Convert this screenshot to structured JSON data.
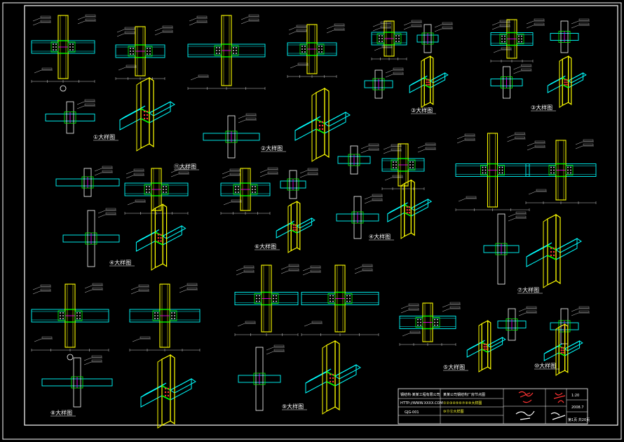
{
  "colors": {
    "background": "#000000",
    "beam": "#00ffff",
    "column": "#ffff00",
    "weld": "#00ff00",
    "plate": "#ff00ff",
    "bolt": "#ff3333",
    "text": "#ffffff",
    "frame": "#ffffff"
  },
  "detail_titles": [
    "①大样图",
    "②大样图",
    "③大样图",
    "③大样图",
    "④大样图",
    "④大样图",
    "⑤大样图",
    "⑥大样图",
    "⑦大样图",
    "⑧大样图",
    "⑨大样图",
    "⑩大样图",
    "⑪大样图"
  ],
  "title_block": {
    "company": "钢结构·某某工程有限公司",
    "url": "HTTP://WWW.XXXX.COM",
    "project": "某某公司钢结构厂房节点图",
    "drawing_title": "①②③④⑤⑥⑦⑧⑨大样图",
    "drawing_title_2": "⑩⑪⑫大样图",
    "drawing_no": "GJG-001",
    "date": "2008.7",
    "sheet": "第1页 共20页",
    "scale": "1:20"
  }
}
